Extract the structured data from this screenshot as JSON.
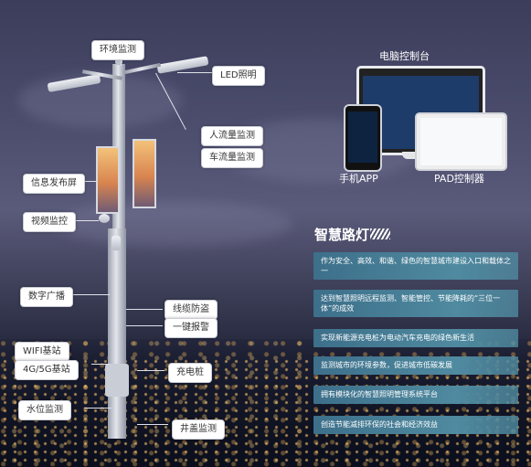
{
  "labels": {
    "env_monitor": "环境监测",
    "led_light": "LED照明",
    "people_flow": "人流量监测",
    "vehicle_flow": "车流量监测",
    "info_screen": "信息发布屏",
    "video_monitor": "视频监控",
    "digital_broadcast": "数字广播",
    "cable_antitheft": "线缆防盗",
    "one_key_alarm": "一键报警",
    "wifi_station": "WIFI基站",
    "base_4g5g": "4G/5G基站",
    "charging_pile": "充电桩",
    "water_level": "水位监测",
    "manhole_monitor": "井盖监测"
  },
  "devices": {
    "pc_control": "电脑控制台",
    "mobile_app": "手机APP",
    "pad_control": "PAD控制器"
  },
  "feature_panel": {
    "title": "智慧路灯",
    "items": [
      "作为安全、高效、和谐、绿色的智慧城市建设入口和载体之一",
      "达到智慧照明远程监测、智能管控、节能降耗的“三位一体”的成效",
      "实现新能源充电桩为电动汽车充电的绿色新生活",
      "监测城市的环境参数，促进城市低碳发展",
      "拥有模块化的智慧照明管理系统平台",
      "创造节能减排环保的社会和经济效益"
    ]
  },
  "colors": {
    "sky": "#4b4c6c",
    "feature_bar": "#4f8aa0",
    "label_bg": "#ffffff"
  }
}
